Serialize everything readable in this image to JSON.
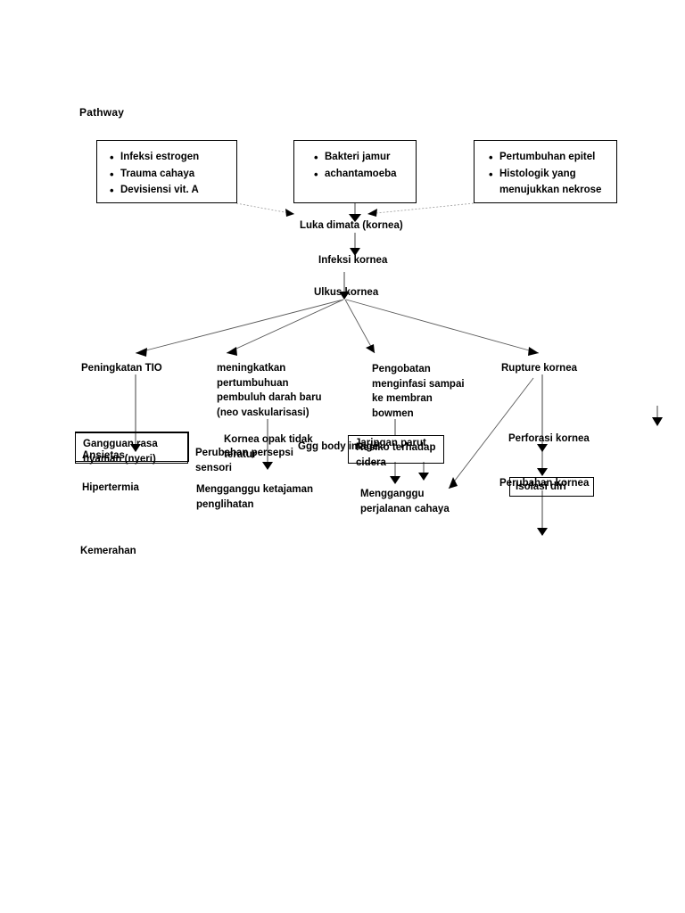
{
  "document": {
    "title": "Pathway",
    "language": "id",
    "subject": "Ulkus Kornea"
  },
  "etiology_boxes": [
    {
      "id": "box-host-factors",
      "items": [
        "Infeksi estrogen",
        "Trauma cahaya",
        "Devisiensi vit. A"
      ]
    },
    {
      "id": "box-organisms",
      "items": [
        "Bakteri jamur",
        "achantamoeba"
      ]
    },
    {
      "id": "box-histology",
      "items": [
        "Pertumbuhan epitel",
        "Histologik yang\nmenujukkan nekrose"
      ]
    }
  ],
  "trunk": {
    "injury": "Luka dimata (kornea)",
    "infection": "Infeksi kornea",
    "ulcer": "Ulkus kornea"
  },
  "branches": {
    "tio": "Peningkatan TIO",
    "neovascularization": "meningkatkan\npertumbuhuan\npembuluh darah baru\n(neo vaskularisasi)",
    "treatment": "Pengobatan\nmenginfasi sampai\nke membran\nbowmen",
    "rupture": "Rupture kornea"
  },
  "outcomes": {
    "comfort_box": "Gangguan rasa\nnyaman (nyeri)",
    "anxiety_box": "Ansietas",
    "hyperthermia": "Hipertermia",
    "redness": "Kemerahan",
    "opaque_cornea": "Kornea opak tidak\nteratur",
    "sensory_perception": "Perubahan persepsi\nsensori",
    "visual_acuity": "Mengganggu ketajaman\npenglihatan",
    "body_image": "Ggg body image",
    "scar_tissue": "Jaringan parut",
    "injury_risk_box": "Resiko terhadap\ncidera",
    "light_path": "Mengganggu\nperjalanan cahaya",
    "perforation": "Perforasi kornea",
    "cornea_change": "Perubahan kornea",
    "self_isolation_box": "Isolasi diri"
  },
  "colors": {
    "ink": "#000000",
    "edge": "#808080",
    "edge_light": "#9a9a9a",
    "background": "#ffffff"
  }
}
